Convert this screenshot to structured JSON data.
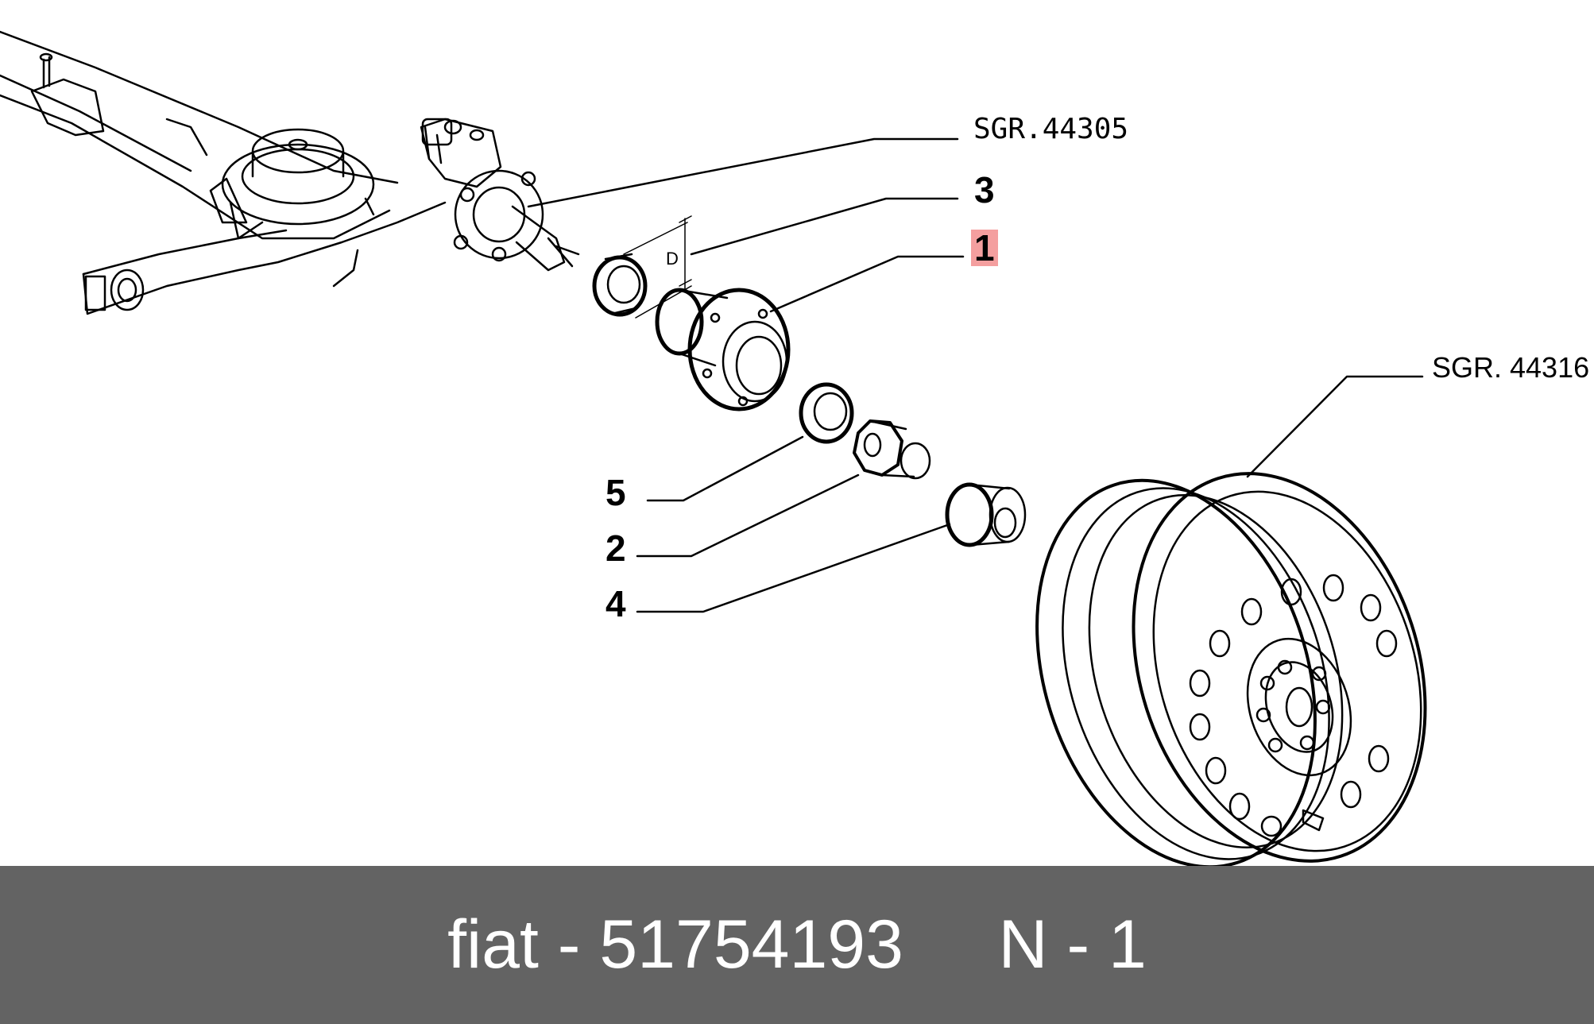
{
  "callouts": {
    "sgr_44305": "SGR.44305",
    "sgr_44316": "SGR. 44316",
    "item_3": "3",
    "item_1": "1",
    "item_5": "5",
    "item_2": "2",
    "item_4": "4",
    "dimension_d": "D"
  },
  "footer": {
    "brand": "fiat",
    "sep1": " - ",
    "part_number": "51754193",
    "gap": "     ",
    "note_prefix": "N",
    "sep2": " - ",
    "note_value": "1"
  },
  "colors": {
    "footer_bg": "#636363",
    "highlight": "#eb5050",
    "line": "#000000"
  }
}
